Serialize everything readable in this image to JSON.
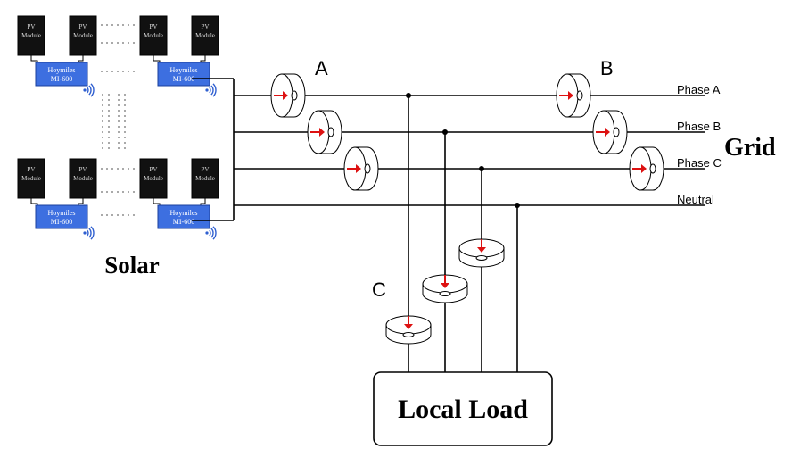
{
  "colors": {
    "module_fill": "#111111",
    "inverter_fill": "#3d6fe0",
    "arrow": "#dd1111",
    "wifi": "#2f5fd0",
    "line": "#000000"
  },
  "icons": {
    "wifi": "wifi-icon",
    "ct_arrow": "arrow-icon"
  },
  "solar": {
    "label": "Solar",
    "module_label_line1": "PV",
    "module_label_line2": "Module",
    "inverter_line1": "Hoymiles",
    "inverter_line2": "MI-600",
    "groups": [
      {
        "modules": [
          "PV Module",
          "PV Module"
        ],
        "inverter": "Hoymiles MI-600"
      },
      {
        "modules": [
          "PV Module",
          "PV Module"
        ],
        "inverter": "Hoymiles MI-600"
      },
      {
        "modules": [
          "PV Module",
          "PV Module"
        ],
        "inverter": "Hoymiles MI-600"
      },
      {
        "modules": [
          "PV Module",
          "PV Module"
        ],
        "inverter": "Hoymiles MI-600"
      }
    ]
  },
  "grid": {
    "label": "Grid",
    "lines": [
      "Phase A",
      "Phase B",
      "Phase C",
      "Neutral"
    ]
  },
  "ct_groups": {
    "A": "A",
    "B": "B",
    "C": "C"
  },
  "load": {
    "label": "Local Load"
  }
}
